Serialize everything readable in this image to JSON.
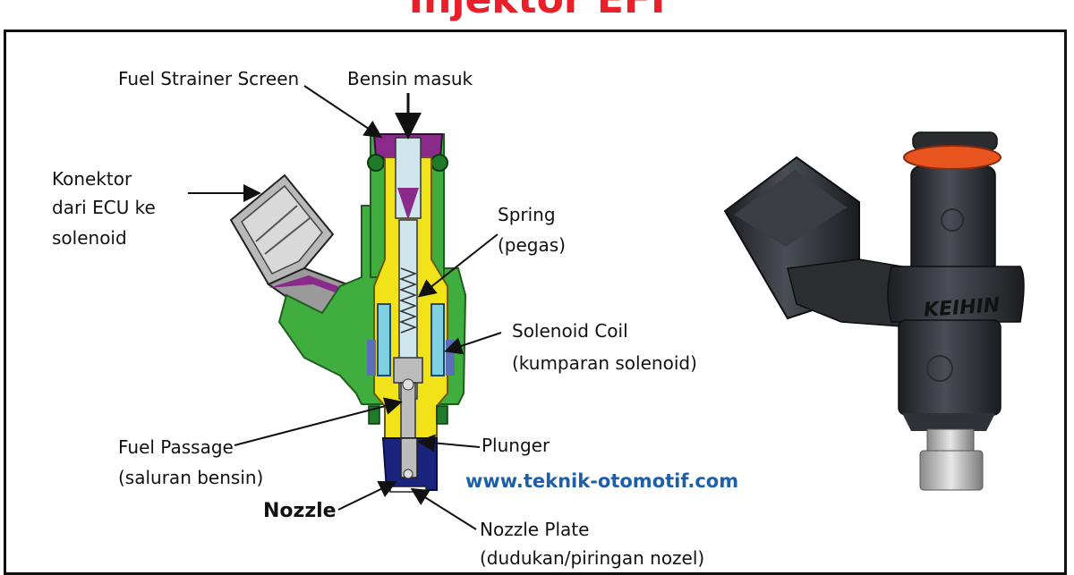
{
  "title": "Injektor EFI",
  "website": "www.teknik-otomotif.com",
  "labels": {
    "fuel_strainer": "Fuel Strainer Screen",
    "bensin_masuk": "Bensin masuk",
    "konektor_1": "Konektor",
    "konektor_2": "dari ECU ke",
    "konektor_3": "solenoid",
    "spring_1": "Spring",
    "spring_2": "(pegas)",
    "solenoid_1": "Solenoid Coil",
    "solenoid_2": "(kumparan solenoid)",
    "fuel_passage_1": "Fuel Passage",
    "fuel_passage_2": "(saluran bensin)",
    "plunger": "Plunger",
    "nozzle": "Nozzle",
    "nozzle_plate_1": "Nozzle Plate",
    "nozzle_plate_2": "(dudukan/piringan nozel)"
  },
  "photo_logo": "KEIHIN",
  "colors": {
    "title": "#e8202a",
    "url": "#1d5fa8",
    "housing_green": "#3fae3f",
    "fuel_yellow": "#f2e21a",
    "passage_purple": "#8a2a8a",
    "coil_cyan": "#7ecfe0",
    "nozzle_navy": "#1a237e",
    "oring_orange": "#e8541e"
  }
}
